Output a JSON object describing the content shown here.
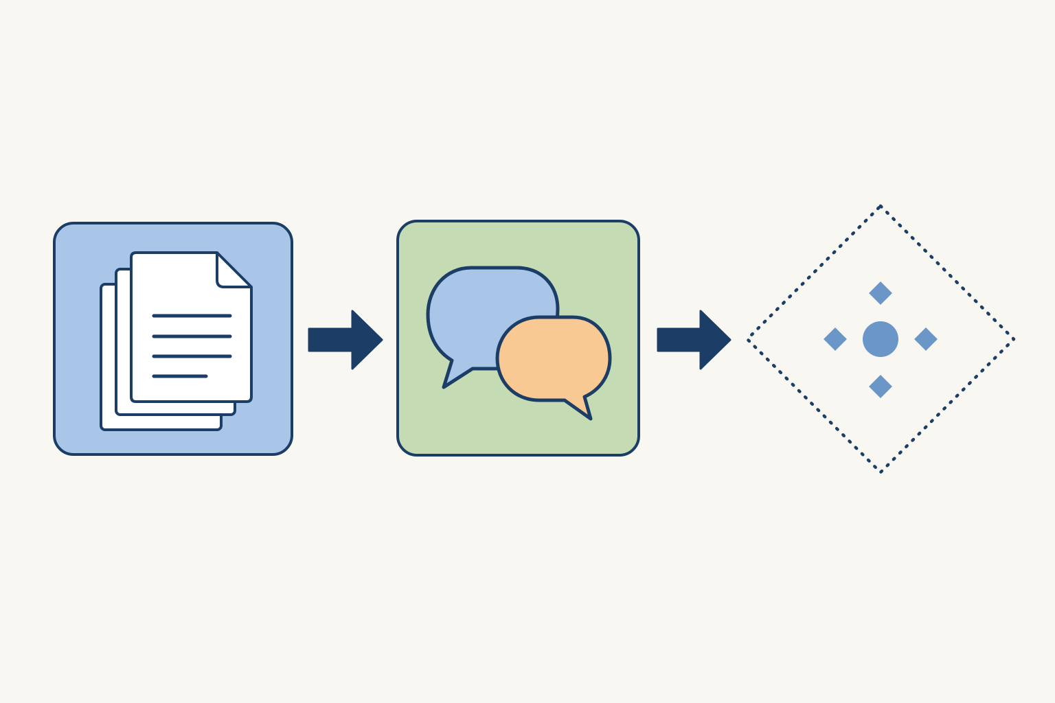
{
  "colors": {
    "background": "#f9f7f1",
    "outline": "#1b3d66",
    "documents_tile_fill": "#a9c6e8",
    "conversation_tile_fill": "#c5dbb4",
    "page_fill": "#ffffff",
    "bubble_blue": "#a9c6e8",
    "bubble_orange": "#f8c992",
    "marker_fill": "#6b96c8"
  },
  "flow": {
    "steps": [
      {
        "name": "documents",
        "icon": "stacked-documents-icon"
      },
      {
        "name": "conversation",
        "icon": "speech-bubbles-icon"
      },
      {
        "name": "result",
        "icon": "dotted-diamond-icon"
      }
    ],
    "connectors": [
      {
        "from": "documents",
        "to": "conversation",
        "icon": "arrow-right-icon"
      },
      {
        "from": "conversation",
        "to": "result",
        "icon": "arrow-right-icon"
      }
    ]
  }
}
